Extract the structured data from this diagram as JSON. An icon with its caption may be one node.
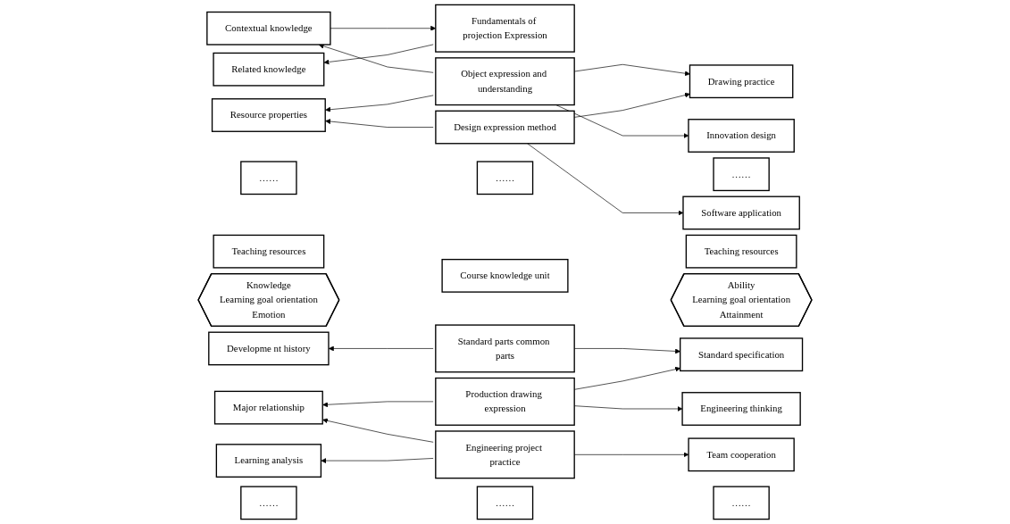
{
  "diagram": {
    "nodes": [
      {
        "text": [
          "Contextual knowledge"
        ]
      },
      {
        "text": [
          "Related knowledge"
        ]
      },
      {
        "text": [
          "……"
        ]
      },
      {
        "text": [
          "Resource properties"
        ]
      },
      {
        "text": [
          "Teaching resources"
        ]
      },
      {
        "text": [
          "Developme nt history"
        ]
      },
      {
        "text": [
          "Major relationship"
        ]
      },
      {
        "text": [
          "……"
        ]
      },
      {
        "text": [
          "Learning analysis"
        ]
      },
      {
        "text": [
          "Knowledge",
          "Learning goal orientation",
          "Emotion"
        ]
      },
      {
        "text": [
          "Fundamentals of projection Expression"
        ]
      },
      {
        "text": [
          "Object expression and understanding"
        ]
      },
      {
        "text": [
          "Design expression method"
        ]
      },
      {
        "text": [
          "……"
        ]
      },
      {
        "text": [
          "Course knowledge unit"
        ]
      },
      {
        "text": [
          "Standard parts common parts"
        ]
      },
      {
        "text": [
          "Production drawing expression"
        ]
      },
      {
        "text": [
          "Engineering project practice"
        ]
      },
      {
        "text": [
          "……"
        ]
      },
      {
        "text": [
          "Ability",
          "Learning goal orientation",
          "Attainment"
        ]
      },
      {
        "text": [
          "Drawing practice"
        ]
      },
      {
        "text": [
          "Software application"
        ]
      },
      {
        "text": [
          "……"
        ]
      },
      {
        "text": [
          "Innovation design"
        ]
      },
      {
        "text": [
          "Teaching resources"
        ]
      },
      {
        "text": [
          "Engineering thinking"
        ]
      },
      {
        "text": [
          "Standard specification"
        ]
      },
      {
        "text": [
          "……"
        ]
      },
      {
        "text": [
          "Team cooperation"
        ]
      }
    ],
    "edges": [
      {
        "from": 0,
        "to": 10,
        "arrow": "to"
      },
      {
        "from": 11,
        "to": 0,
        "arrow": "to"
      },
      {
        "from": 10,
        "to": 1,
        "arrow": "to"
      },
      {
        "from": 11,
        "to": 3,
        "arrow": "to"
      },
      {
        "from": 12,
        "to": 3,
        "arrow": "to"
      },
      {
        "from": 15,
        "to": 5,
        "arrow": "to"
      },
      {
        "from": 16,
        "to": 6,
        "arrow": "to"
      },
      {
        "from": 17,
        "to": 6,
        "arrow": "to"
      },
      {
        "from": 17,
        "to": 8,
        "arrow": "to"
      },
      {
        "from": 11,
        "to": 20,
        "arrow": "to"
      },
      {
        "from": 12,
        "to": 20,
        "arrow": "to"
      },
      {
        "from": 12,
        "to": 21,
        "arrow": "to"
      },
      {
        "from": 11,
        "to": 23,
        "arrow": "to"
      },
      {
        "from": 15,
        "to": 26,
        "arrow": "to"
      },
      {
        "from": 16,
        "to": 25,
        "arrow": "to"
      },
      {
        "from": 16,
        "to": 26,
        "arrow": "to"
      },
      {
        "from": 17,
        "to": 28,
        "arrow": "to"
      }
    ]
  }
}
